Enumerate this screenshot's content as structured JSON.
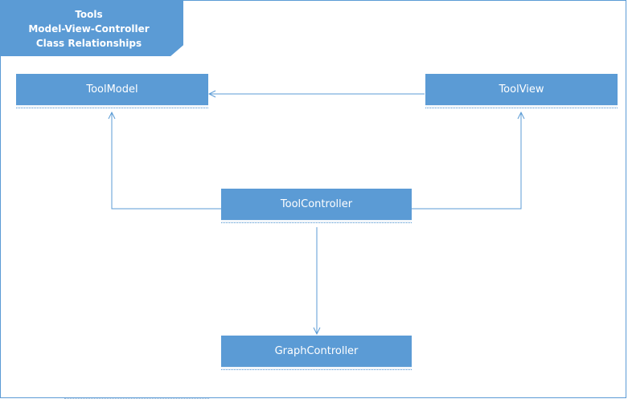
{
  "diagram": {
    "title_lines": [
      "Tools",
      "Model-View-Controller",
      "Class Relationships"
    ],
    "classes": {
      "tool_model": "ToolModel",
      "tool_view": "ToolView",
      "tool_controller": "ToolController",
      "graph_controller": "GraphController"
    },
    "relationships": [
      {
        "from": "ToolView",
        "to": "ToolModel"
      },
      {
        "from": "ToolController",
        "to": "ToolModel"
      },
      {
        "from": "ToolController",
        "to": "ToolView"
      },
      {
        "from": "ToolController",
        "to": "GraphController"
      }
    ],
    "colors": {
      "accent": "#5b9bd5",
      "text_on_accent": "#ffffff"
    }
  }
}
